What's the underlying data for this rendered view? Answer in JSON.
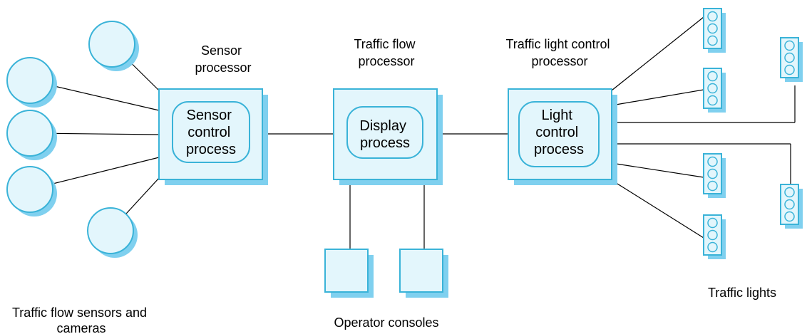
{
  "colors": {
    "fill": "#e3f6fc",
    "stroke": "#3ab3d8",
    "shadow": "#7fd0ef",
    "line": "#000000"
  },
  "sensor_processor": {
    "title_lines": [
      "Sensor",
      "processor"
    ],
    "process_lines": [
      "Sensor",
      "control",
      "process"
    ]
  },
  "traffic_flow_processor": {
    "title_lines": [
      "Traffic flow",
      "processor"
    ],
    "process_lines": [
      "Display",
      "process"
    ]
  },
  "traffic_light_control_processor": {
    "title_lines": [
      "Traffic light control",
      "processor"
    ],
    "process_lines": [
      "Light",
      "control",
      "process"
    ]
  },
  "captions": {
    "sensors": [
      "Traffic flow sensors and",
      "cameras"
    ],
    "consoles": "Operator consoles",
    "lights": "Traffic lights"
  },
  "sensor_count": 5,
  "console_count": 2,
  "traffic_light_count": 6
}
